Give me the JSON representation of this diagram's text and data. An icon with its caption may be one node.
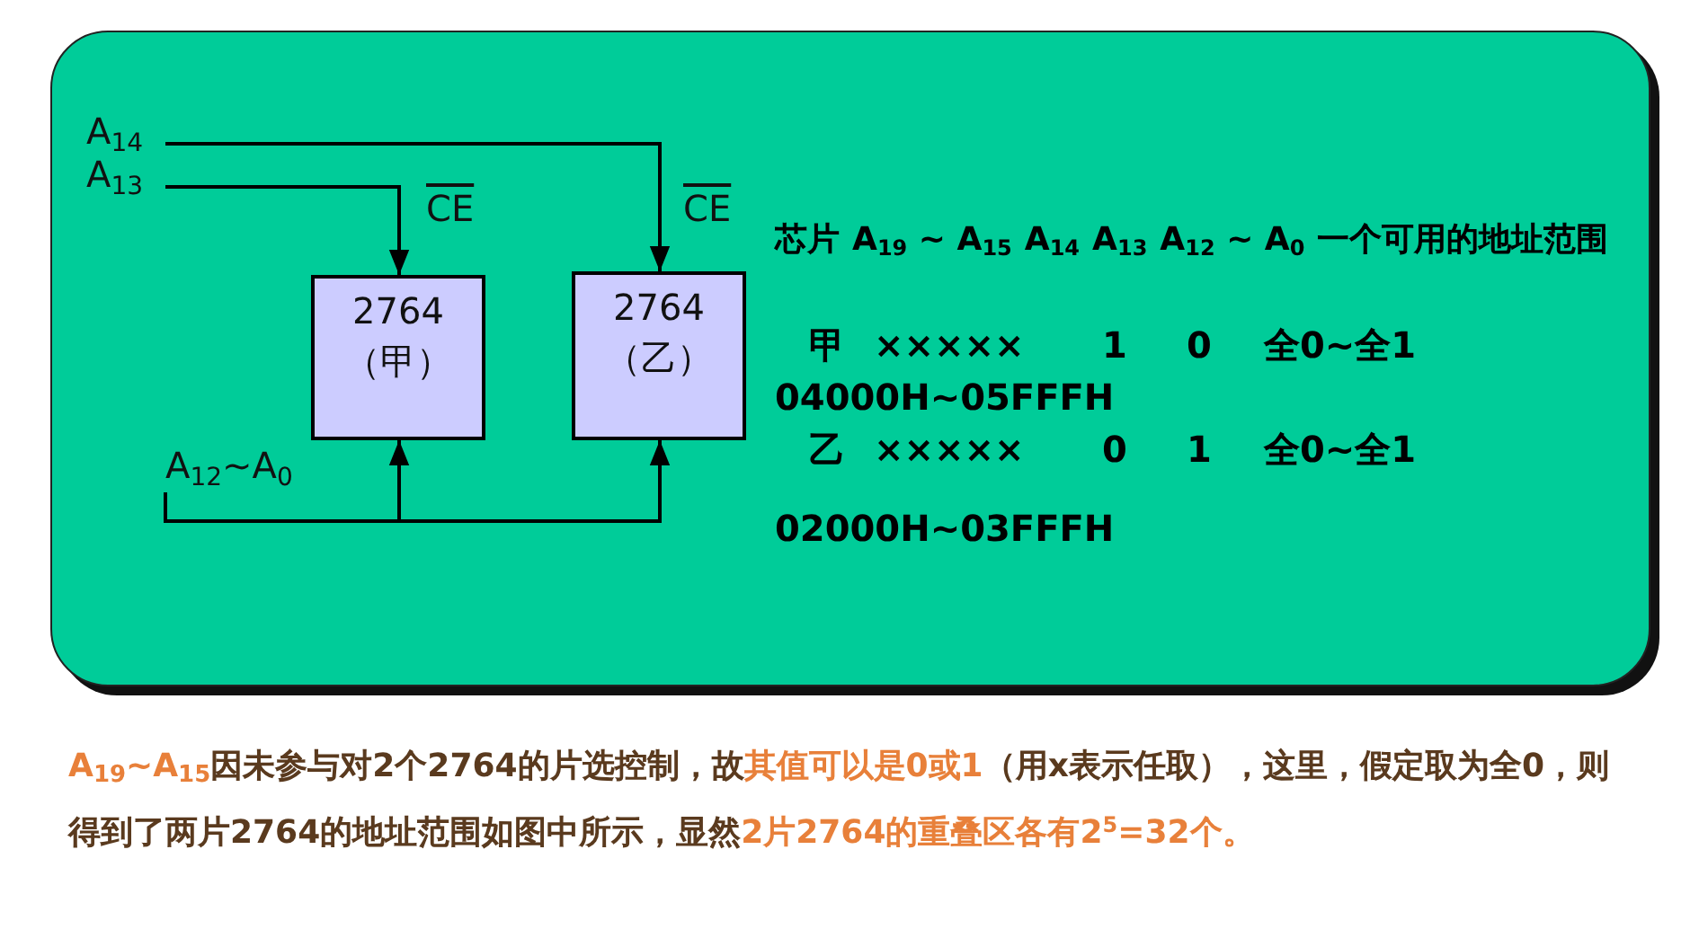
{
  "diagram": {
    "nodes": [
      {
        "text": [
          "A$_{14}$"
        ]
      },
      {
        "text": [
          "A$_{13}$"
        ]
      },
      {
        "text": [
          "2764",
          "（甲）"
        ],
        "beside": [
          "CE"
        ]
      },
      {
        "text": [
          "2764",
          "（乙）"
        ],
        "beside": [
          "CE"
        ]
      },
      {
        "text": [
          "A$_{12}$~A$_{0}$"
        ]
      }
    ],
    "edges": [
      {
        "from": 0,
        "to": 3,
        "arrow": "to"
      },
      {
        "from": 1,
        "to": 2,
        "arrow": "to"
      },
      {
        "from": 4,
        "to": 2,
        "arrow": "to"
      },
      {
        "from": 4,
        "to": 3,
        "arrow": "to"
      }
    ],
    "labels": [
      "芯片",
      "A$_{19}$ ~ A$_{15}$",
      "A$_{14}$",
      "A$_{13}$",
      "A$_{12}$ ~ A$_{0}$",
      "一个可用的地址范围",
      "甲",
      "×××××",
      "1",
      "0",
      "全0~全1",
      "04000H~05FFFH",
      "乙",
      "×××××",
      "0",
      "1",
      "全0~全1",
      "02000H~03FFFH",
      "A$_{19}$~A$_{15}$",
      "因未参与对2个2764的片选控制，故",
      "其值可以是0或1",
      "（用x表示任取），这里，假定取为全0，则得到了两片2764的地址范围如图中所示，显然",
      "2片2764的重叠区各有2$^{5}$=32个。"
    ]
  }
}
